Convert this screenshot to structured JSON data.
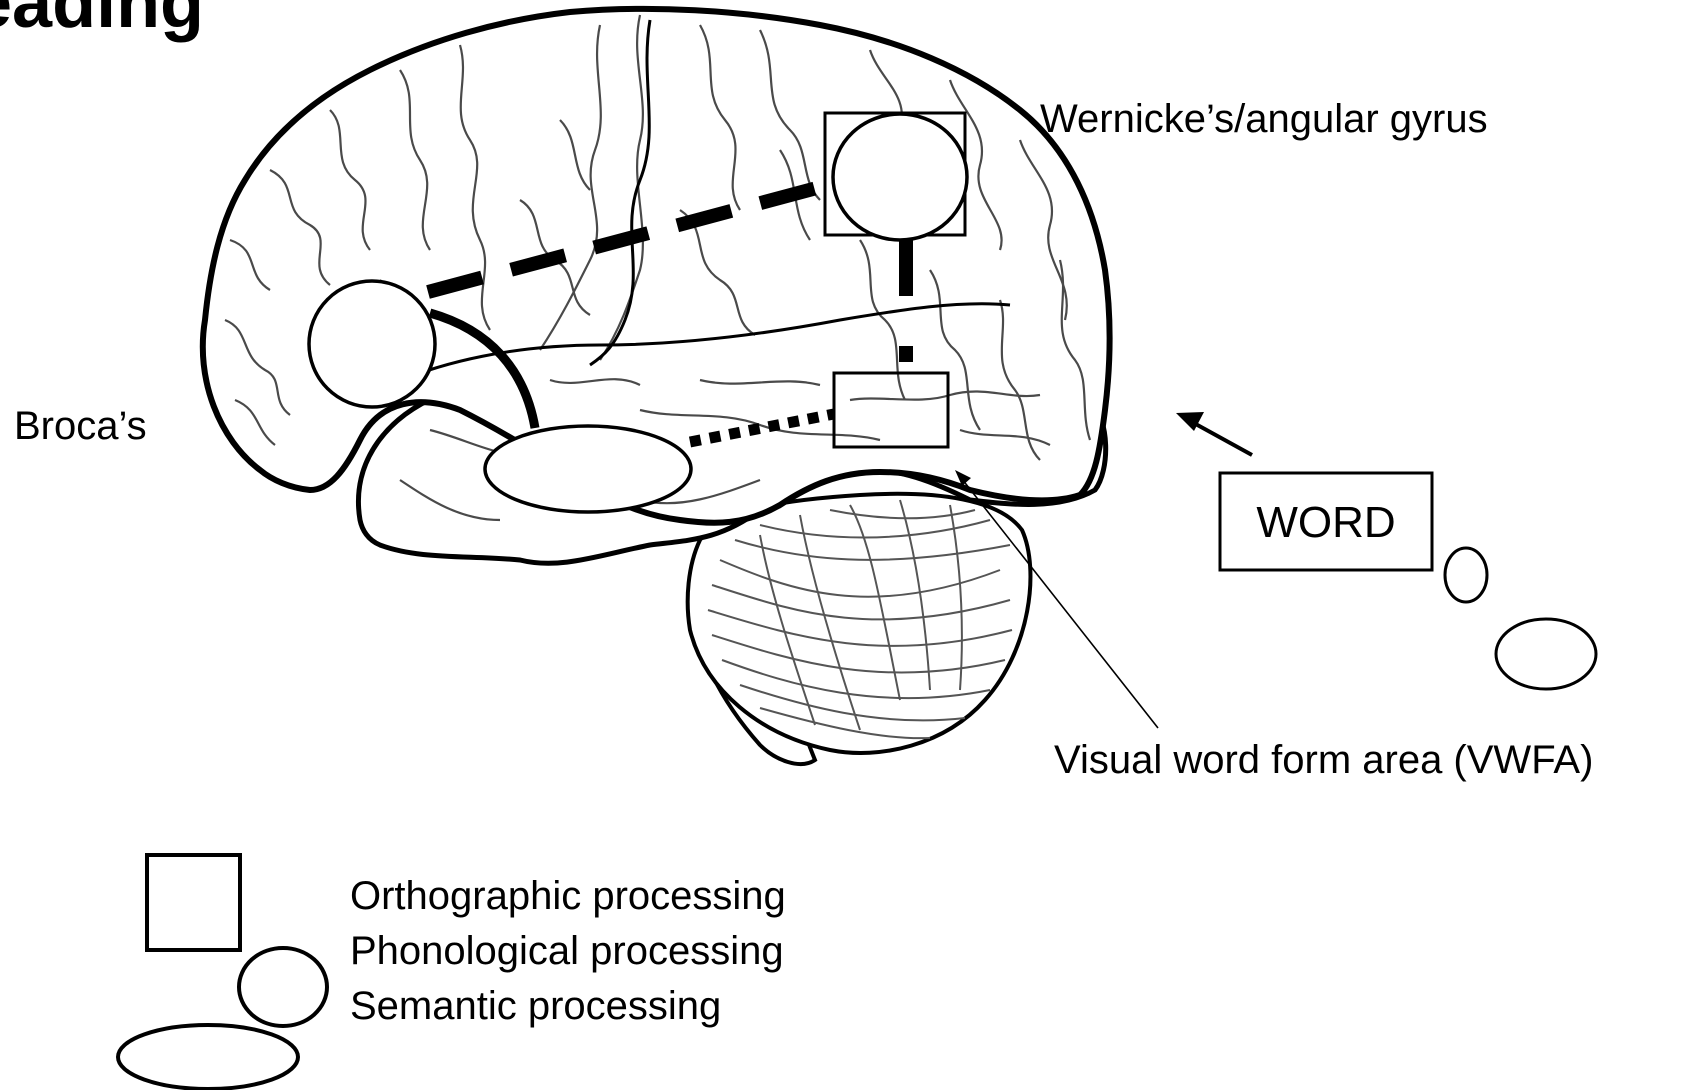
{
  "title_fragment": "eading",
  "labels": {
    "wernicke": "Wernicke’s/angular gyrus",
    "broca": "Broca’s",
    "vwfa": "Visual word form area (VWFA)",
    "word": "WORD"
  },
  "legend": {
    "orthographic": "Orthographic processing",
    "phonological": "Phonological processing",
    "semantic": "Semantic processing"
  },
  "connections": [
    {
      "from": "Broca’s",
      "to": "Wernicke’s/angular gyrus",
      "style": "dashed"
    },
    {
      "from": "Broca’s",
      "to": "temporal semantic area",
      "style": "solid"
    },
    {
      "from": "Wernicke’s/angular gyrus",
      "to": "Visual word form area (VWFA)",
      "style": "dash-dot"
    },
    {
      "from": "temporal semantic area",
      "to": "Visual word form area (VWFA)",
      "style": "dotted"
    }
  ],
  "colors": {
    "ink": "#000000",
    "outline_grey": "#4a4a4a",
    "background": "#ffffff"
  }
}
